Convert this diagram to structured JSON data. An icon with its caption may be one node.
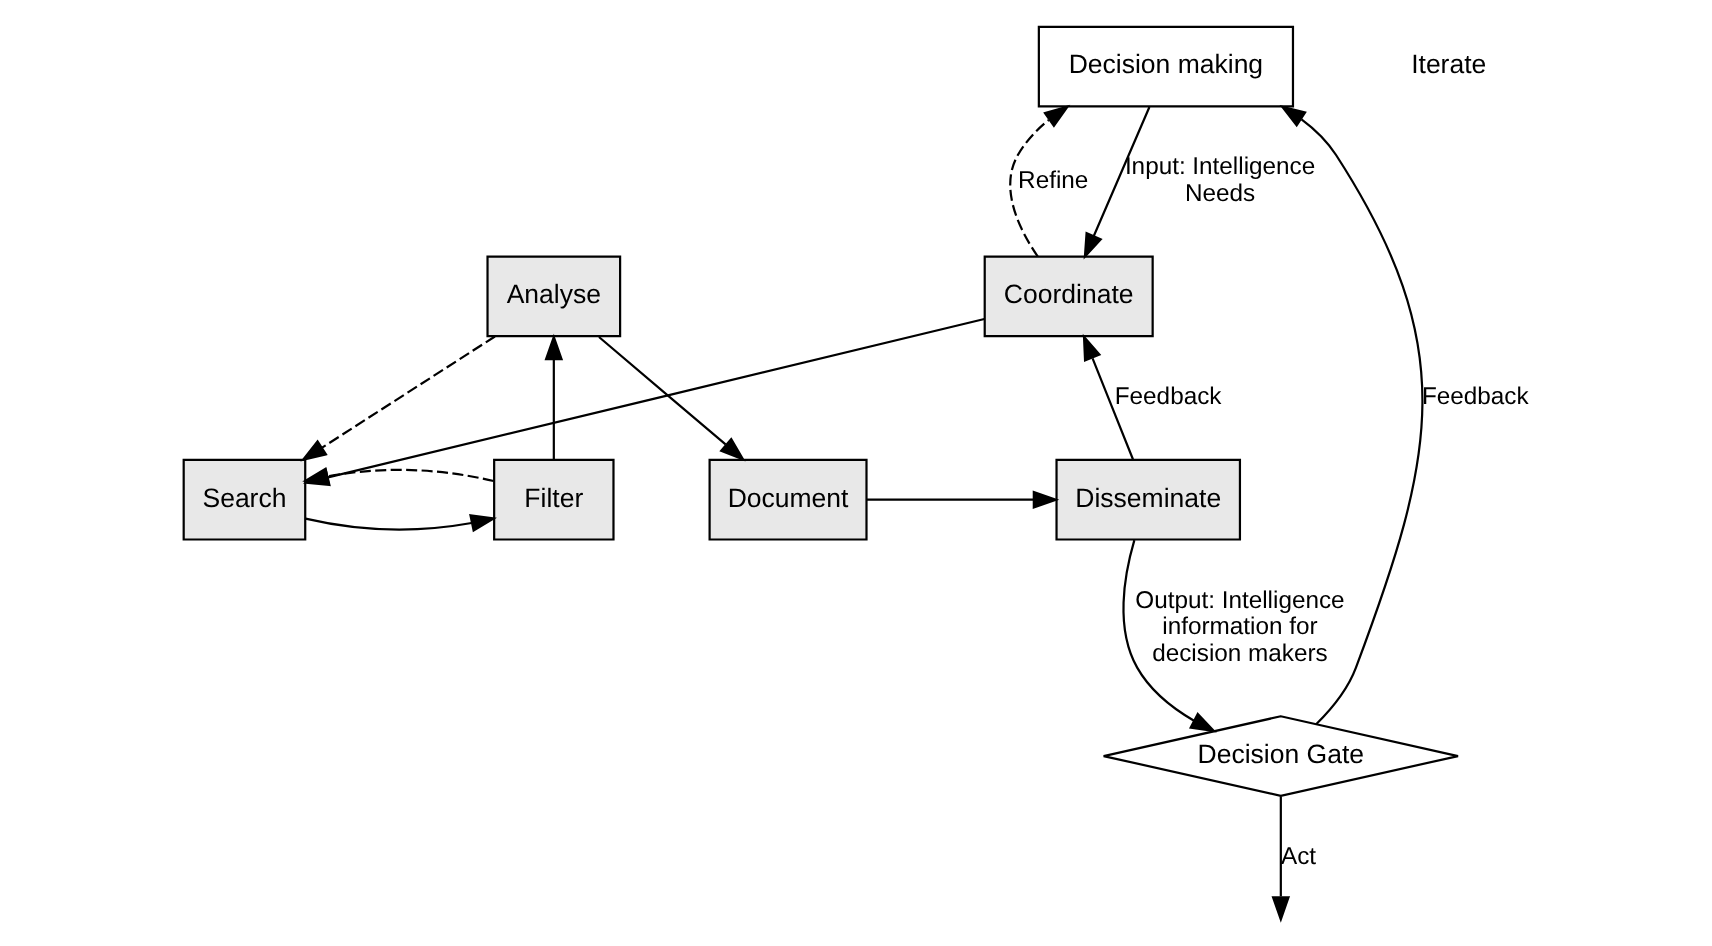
{
  "diagram": {
    "nodes": [
      {
        "text": [
          "Decision making"
        ]
      },
      {
        "text": [
          "Search"
        ]
      },
      {
        "text": [
          "Filter"
        ]
      },
      {
        "text": [
          "Coordinate"
        ]
      },
      {
        "text": [
          "Analyse"
        ]
      },
      {
        "text": [
          "Document"
        ]
      },
      {
        "text": [
          "Disseminate"
        ]
      },
      {
        "text": [
          "Decision Gate"
        ]
      }
    ],
    "edges": [
      {
        "from": 0,
        "to": 3,
        "arrow": "to",
        "label": "Input: Intelligence Needs"
      },
      {
        "from": 3,
        "to": 0,
        "arrow": "to",
        "label": "Refine",
        "style": "dashed"
      },
      {
        "from": 3,
        "to": 1,
        "arrow": "to"
      },
      {
        "from": 1,
        "to": 2,
        "arrow": "to"
      },
      {
        "from": 2,
        "to": 1,
        "arrow": "to",
        "style": "dashed"
      },
      {
        "from": 2,
        "to": 4,
        "arrow": "to"
      },
      {
        "from": 4,
        "to": 1,
        "arrow": "to",
        "style": "dashed"
      },
      {
        "from": 4,
        "to": 5,
        "arrow": "to"
      },
      {
        "from": 5,
        "to": 6,
        "arrow": "to"
      },
      {
        "from": 6,
        "to": 3,
        "arrow": "to",
        "label": "Feedback"
      },
      {
        "from": 6,
        "to": 7,
        "arrow": "to",
        "label": "Output: Intelligence information for decision makers"
      },
      {
        "from": 7,
        "to": 0,
        "arrow": "to",
        "label": "Feedback"
      },
      {
        "from": 7,
        "to": null,
        "arrow": "to",
        "label": "Act"
      }
    ],
    "labels": [
      "Iterate"
    ]
  }
}
